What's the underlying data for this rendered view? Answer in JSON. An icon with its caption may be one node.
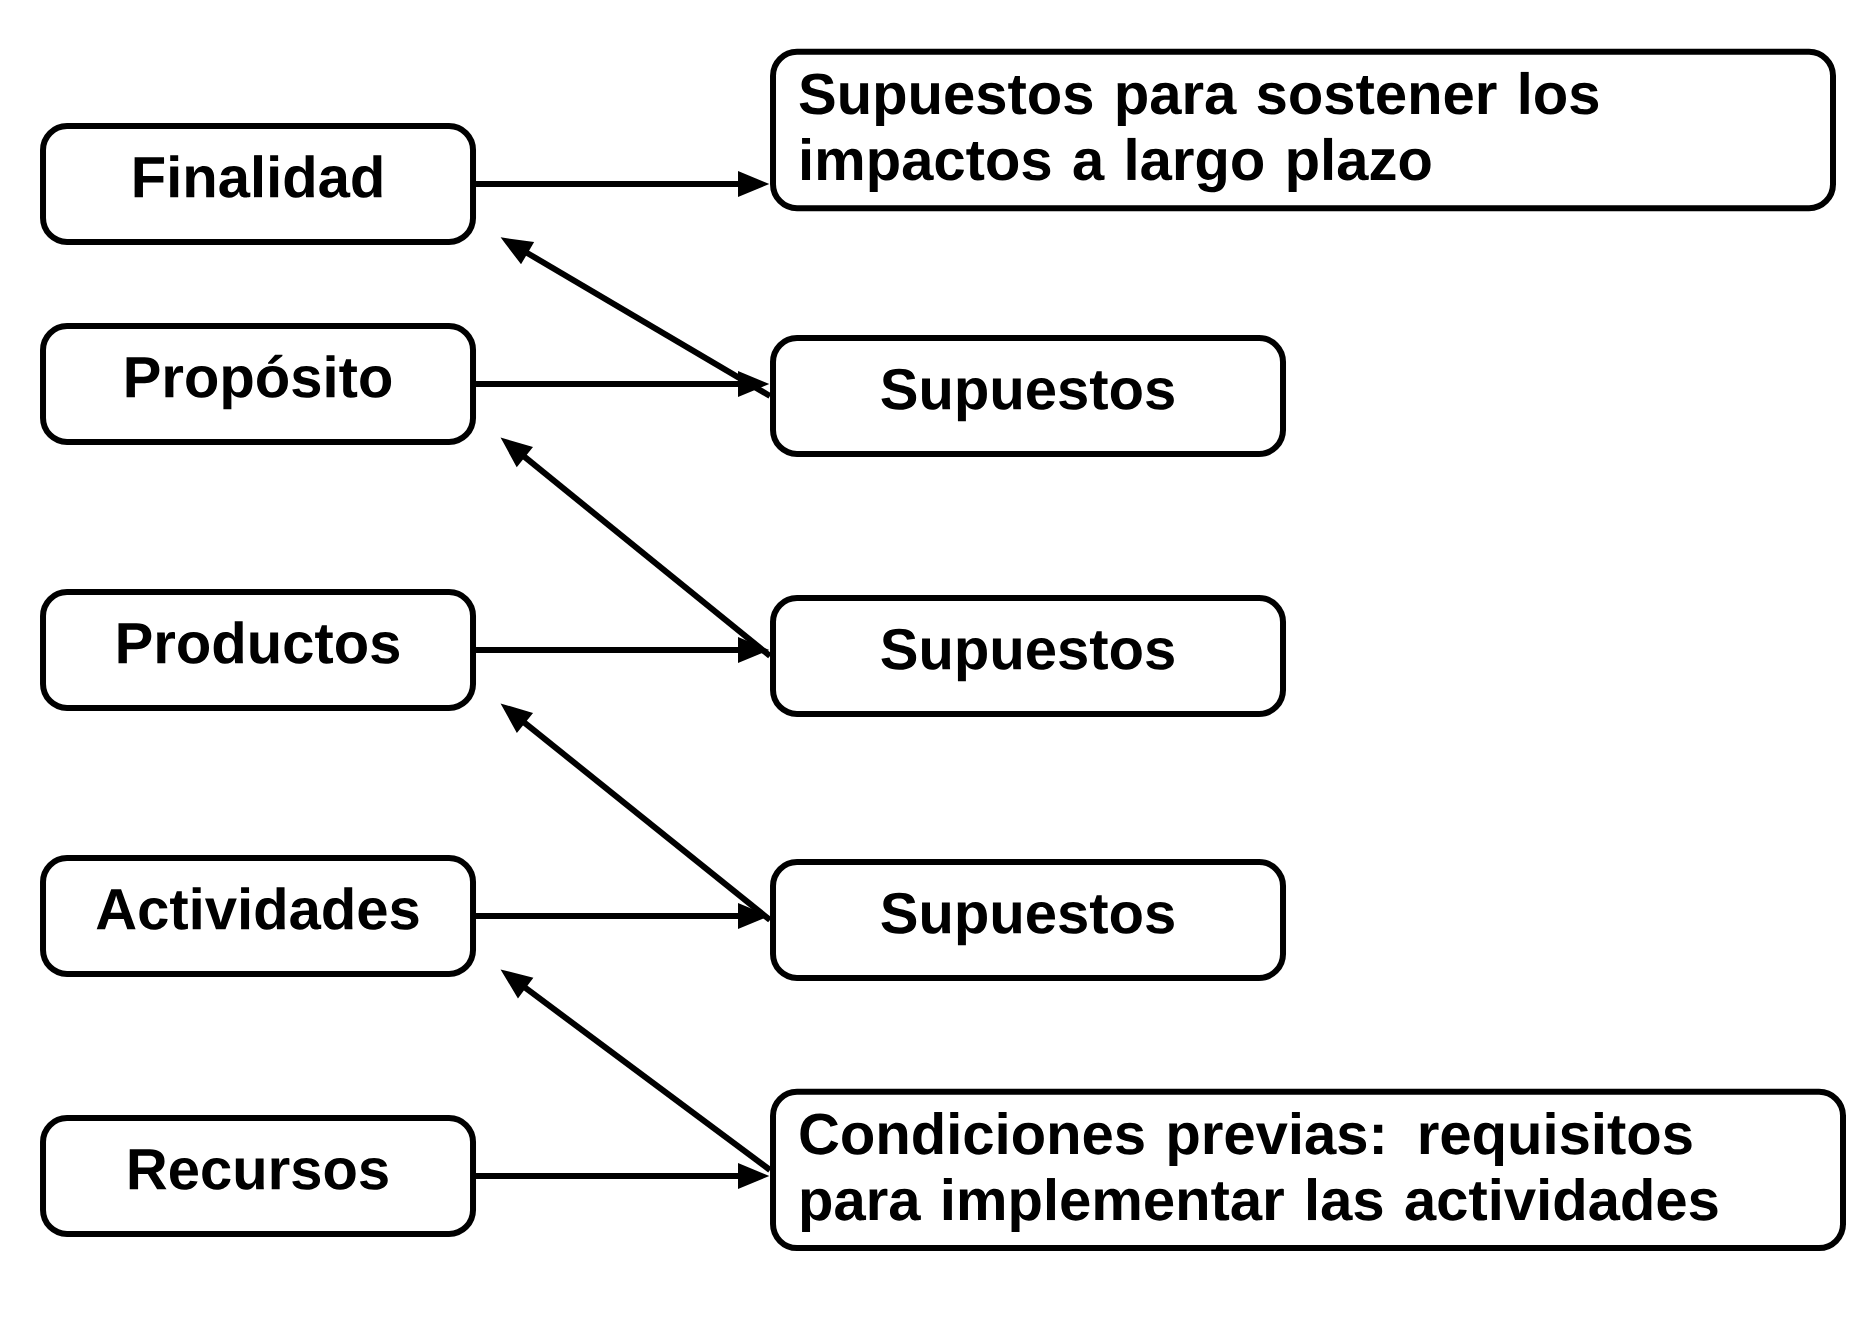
{
  "diagram": {
    "nodes": [
      {
        "text": [
          "Finalidad"
        ]
      },
      {
        "text": [
          "Supuestos para sostener los impactos a largo plazo"
        ]
      },
      {
        "text": [
          "Propósito"
        ]
      },
      {
        "text": [
          "Supuestos"
        ]
      },
      {
        "text": [
          "Productos"
        ]
      },
      {
        "text": [
          "Supuestos"
        ]
      },
      {
        "text": [
          "Actividades"
        ]
      },
      {
        "text": [
          "Supuestos"
        ]
      },
      {
        "text": [
          "Recursos"
        ]
      },
      {
        "text": [
          "Condiciones previas: requisitos para implementar las actividades"
        ]
      }
    ],
    "edges": [
      {
        "from": 0,
        "to": 1,
        "arrow": "to"
      },
      {
        "from": 2,
        "to": 3,
        "arrow": "to"
      },
      {
        "from": 4,
        "to": 5,
        "arrow": "to"
      },
      {
        "from": 6,
        "to": 7,
        "arrow": "to"
      },
      {
        "from": 8,
        "to": 9,
        "arrow": "to"
      },
      {
        "from": 3,
        "to": 0,
        "arrow": "to"
      },
      {
        "from": 5,
        "to": 2,
        "arrow": "to"
      },
      {
        "from": 7,
        "to": 4,
        "arrow": "to"
      },
      {
        "from": 9,
        "to": 6,
        "arrow": "to"
      }
    ]
  }
}
